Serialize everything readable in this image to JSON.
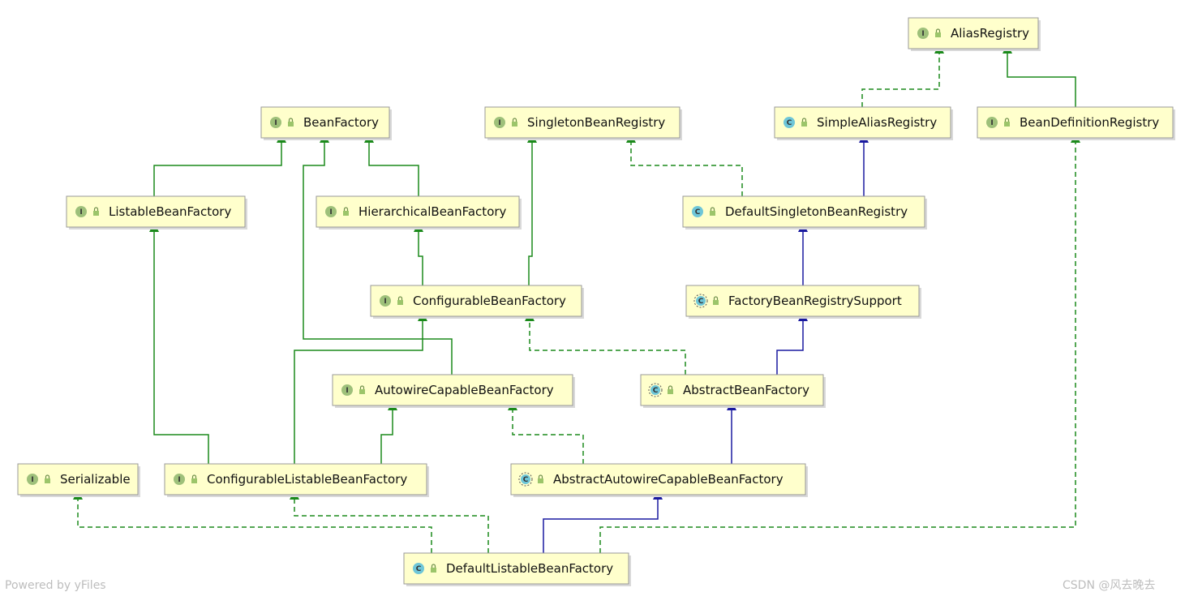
{
  "diagram": {
    "colors": {
      "interface_badge": "#9ec07a",
      "class_badge": "#6ec6d8",
      "abstract_badge": "#6ec6d8",
      "implements_edge": "#1b8a1b",
      "extends_edge": "#1a1aa0",
      "node_fill": "#ffffcc",
      "lock_icon": "#9cc56a"
    },
    "nodes": [
      {
        "id": "alias-registry",
        "kind": "interface",
        "badge": "I",
        "label": "AliasRegistry"
      },
      {
        "id": "bean-factory",
        "kind": "interface",
        "badge": "I",
        "label": "BeanFactory"
      },
      {
        "id": "singleton-bean-registry",
        "kind": "interface",
        "badge": "I",
        "label": "SingletonBeanRegistry"
      },
      {
        "id": "simple-alias-registry",
        "kind": "class",
        "badge": "C",
        "label": "SimpleAliasRegistry"
      },
      {
        "id": "bean-definition-registry",
        "kind": "interface",
        "badge": "I",
        "label": "BeanDefinitionRegistry"
      },
      {
        "id": "listable-bean-factory",
        "kind": "interface",
        "badge": "I",
        "label": "ListableBeanFactory"
      },
      {
        "id": "hierarchical-bean-factory",
        "kind": "interface",
        "badge": "I",
        "label": "HierarchicalBeanFactory"
      },
      {
        "id": "default-singleton-bean-registry",
        "kind": "class",
        "badge": "C",
        "label": "DefaultSingletonBeanRegistry"
      },
      {
        "id": "configurable-bean-factory",
        "kind": "interface",
        "badge": "I",
        "label": "ConfigurableBeanFactory"
      },
      {
        "id": "factory-bean-registry-support",
        "kind": "abstract",
        "badge": "C",
        "label": "FactoryBeanRegistrySupport"
      },
      {
        "id": "autowire-capable-bean-factory",
        "kind": "interface",
        "badge": "I",
        "label": "AutowireCapableBeanFactory"
      },
      {
        "id": "abstract-bean-factory",
        "kind": "abstract",
        "badge": "C",
        "label": "AbstractBeanFactory"
      },
      {
        "id": "serializable",
        "kind": "interface",
        "badge": "I",
        "label": "Serializable"
      },
      {
        "id": "configurable-listable-bean-factory",
        "kind": "interface",
        "badge": "I",
        "label": "ConfigurableListableBeanFactory"
      },
      {
        "id": "abstract-autowire-capable-bean-factory",
        "kind": "abstract",
        "badge": "C",
        "label": "AbstractAutowireCapableBeanFactory"
      },
      {
        "id": "default-listable-bean-factory",
        "kind": "class",
        "badge": "C",
        "label": "DefaultListableBeanFactory"
      }
    ],
    "edges": [
      {
        "from": "simple-alias-registry",
        "to": "alias-registry",
        "type": "implements"
      },
      {
        "from": "bean-definition-registry",
        "to": "alias-registry",
        "type": "extends-interface"
      },
      {
        "from": "listable-bean-factory",
        "to": "bean-factory",
        "type": "extends-interface"
      },
      {
        "from": "hierarchical-bean-factory",
        "to": "bean-factory",
        "type": "extends-interface"
      },
      {
        "from": "default-singleton-bean-registry",
        "to": "singleton-bean-registry",
        "type": "implements"
      },
      {
        "from": "default-singleton-bean-registry",
        "to": "simple-alias-registry",
        "type": "extends"
      },
      {
        "from": "configurable-bean-factory",
        "to": "hierarchical-bean-factory",
        "type": "extends-interface"
      },
      {
        "from": "configurable-bean-factory",
        "to": "singleton-bean-registry",
        "type": "extends-interface"
      },
      {
        "from": "factory-bean-registry-support",
        "to": "default-singleton-bean-registry",
        "type": "extends"
      },
      {
        "from": "autowire-capable-bean-factory",
        "to": "bean-factory",
        "type": "extends-interface"
      },
      {
        "from": "abstract-bean-factory",
        "to": "configurable-bean-factory",
        "type": "implements"
      },
      {
        "from": "abstract-bean-factory",
        "to": "factory-bean-registry-support",
        "type": "extends"
      },
      {
        "from": "configurable-listable-bean-factory",
        "to": "listable-bean-factory",
        "type": "extends-interface"
      },
      {
        "from": "configurable-listable-bean-factory",
        "to": "configurable-bean-factory",
        "type": "extends-interface"
      },
      {
        "from": "configurable-listable-bean-factory",
        "to": "autowire-capable-bean-factory",
        "type": "extends-interface"
      },
      {
        "from": "abstract-autowire-capable-bean-factory",
        "to": "autowire-capable-bean-factory",
        "type": "implements"
      },
      {
        "from": "abstract-autowire-capable-bean-factory",
        "to": "abstract-bean-factory",
        "type": "extends"
      },
      {
        "from": "default-listable-bean-factory",
        "to": "serializable",
        "type": "implements"
      },
      {
        "from": "default-listable-bean-factory",
        "to": "configurable-listable-bean-factory",
        "type": "implements"
      },
      {
        "from": "default-listable-bean-factory",
        "to": "abstract-autowire-capable-bean-factory",
        "type": "extends"
      },
      {
        "from": "default-listable-bean-factory",
        "to": "bean-definition-registry",
        "type": "implements"
      }
    ]
  },
  "footer": {
    "left": "Powered by yFiles",
    "right": "CSDN @风去晚去"
  }
}
